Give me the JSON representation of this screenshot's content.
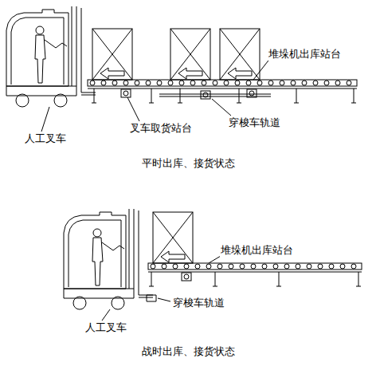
{
  "diagram": {
    "labels": [
      "堆垛机出库站台",
      "人工叉车",
      "叉车取货站台",
      "穿梭车轨道",
      "平时出库、接货状态",
      "堆垛机出库站台",
      "人工叉车",
      "穿梭车轨道",
      "战时出库、接货状态"
    ]
  }
}
